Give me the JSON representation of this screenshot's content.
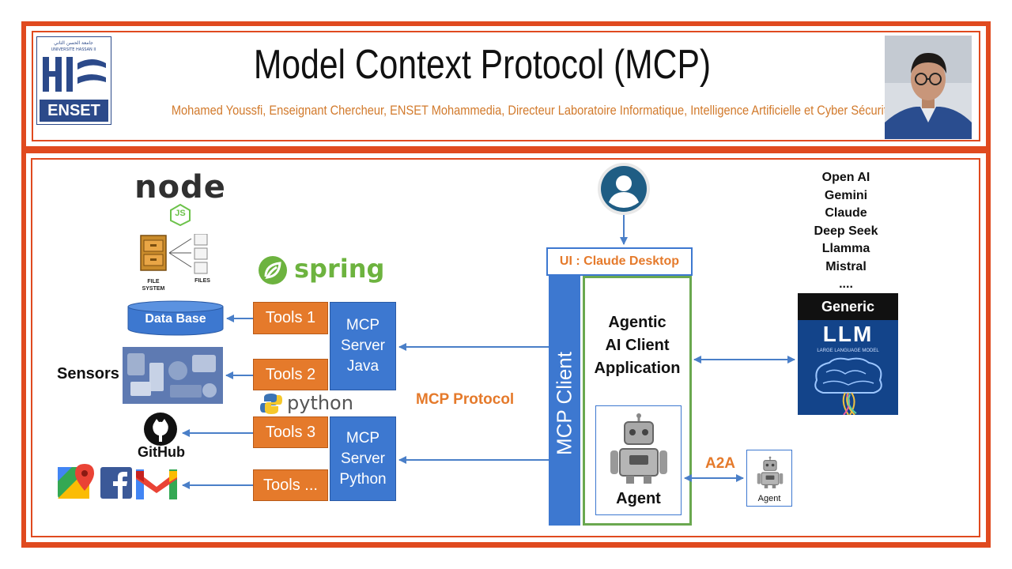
{
  "header": {
    "title": "Model Context Protocol (MCP)",
    "subtitle": "Mohamed Youssfi, Enseignant Chercheur, ENSET Mohammedia, Directeur Laboratoire Informatique, Intelligence Artificielle et Cyber Sécurité",
    "logo_text": "ENSET"
  },
  "left": {
    "node_label": "node",
    "node_badge": "JS",
    "file_system_label": "FILE SYSTEM",
    "files_label": "FILES",
    "database_label": "Data Base",
    "sensors_label": "Sensors",
    "github_label": "GitHub",
    "spring_label": "spring",
    "python_label": "python"
  },
  "tools": [
    {
      "label": "Tools 1"
    },
    {
      "label": "Tools 2"
    },
    {
      "label": "Tools 3"
    },
    {
      "label": "Tools ..."
    }
  ],
  "servers": {
    "java": [
      "MCP",
      "Server",
      "Java"
    ],
    "python": [
      "MCP",
      "Server",
      "Python"
    ]
  },
  "protocol_label": "MCP Protocol",
  "client": {
    "ui_label": "UI : Claude Desktop",
    "mcp_client_label": "MCP Client",
    "app_lines": [
      "Agentic",
      "AI Client",
      "Application"
    ],
    "agent_label": "Agent"
  },
  "a2a": {
    "label": "A2A",
    "agent_label": "Agent"
  },
  "llm": {
    "models": [
      "Open AI",
      "Gemini",
      "Claude",
      "Deep Seek",
      "Llamma",
      "Mistral",
      "...."
    ],
    "generic_label": "Generic",
    "llm_label": "LLM",
    "llm_sub": "LARGE LANGUAGE MODEL"
  },
  "colors": {
    "frame": "#e04a1f",
    "tools": "#e57a2b",
    "server": "#3d78d0",
    "arrow": "#4a7fc8",
    "app_border": "#6aa84f",
    "subtitle": "#d27a2c"
  }
}
